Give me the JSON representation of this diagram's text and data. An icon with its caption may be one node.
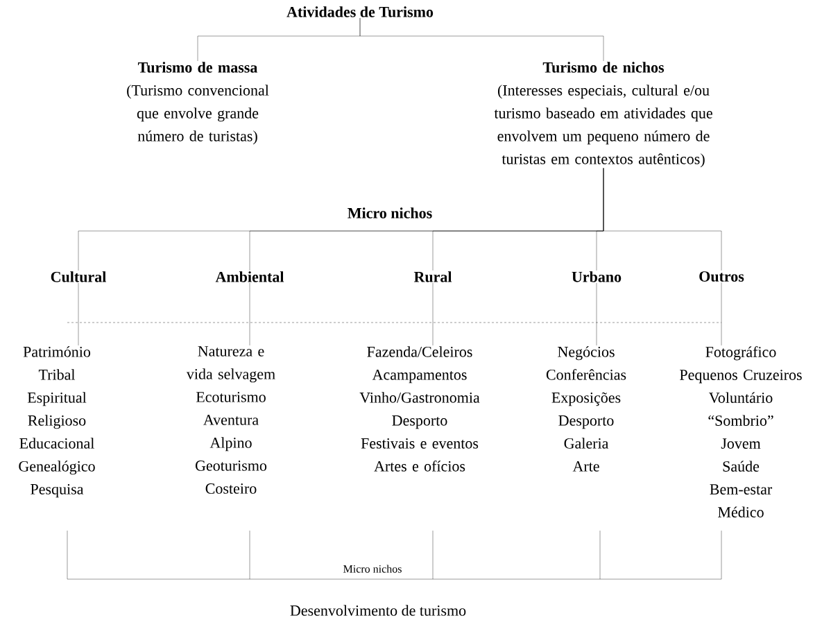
{
  "diagram": {
    "nodes": [
      {
        "text": [
          "Atividades de Turismo"
        ]
      },
      {
        "text": [
          "Turismo de massa",
          "(Turismo convencional que envolve grande número de turistas)"
        ]
      },
      {
        "text": [
          "Turismo de nichos",
          "(Interesses especiais, cultural e/ou turismo baseado em atividades que envolvem um pequeno número de turistas em contextos autênticos)"
        ]
      },
      {
        "text": [
          "Cultural"
        ]
      },
      {
        "text": [
          "Ambiental"
        ]
      },
      {
        "text": [
          "Rural"
        ]
      },
      {
        "text": [
          "Urbano"
        ]
      },
      {
        "text": [
          "Outros"
        ]
      },
      {
        "text": [
          "Património",
          "Tribal",
          "Espiritual",
          "Religioso",
          "Educacional",
          "Genealógico",
          "Pesquisa"
        ]
      },
      {
        "text": [
          "Natureza e vida selvagem",
          "Ecoturismo",
          "Aventura",
          "Alpino",
          "Geoturismo",
          "Costeiro"
        ]
      },
      {
        "text": [
          "Fazenda/Celeiros",
          "Acampamentos",
          "Vinho/Gastronomia",
          "Desporto",
          "Festivais e eventos",
          "Artes e ofícios"
        ]
      },
      {
        "text": [
          "Negócios",
          "Conferências",
          "Exposições",
          "Desporto",
          "Galeria",
          "Arte"
        ]
      },
      {
        "text": [
          "Fotográfico",
          "Pequenos Cruzeiros",
          "Voluntário",
          "“Sombrio”",
          "Jovem",
          "Saúde",
          "Bem-estar",
          "Médico"
        ]
      }
    ],
    "edges": [
      {
        "from": 0,
        "to": 1,
        "arrow": "none"
      },
      {
        "from": 0,
        "to": 2,
        "arrow": "none"
      },
      {
        "from": 2,
        "to": 3,
        "arrow": "none"
      },
      {
        "from": 2,
        "to": 4,
        "arrow": "none"
      },
      {
        "from": 2,
        "to": 5,
        "arrow": "none"
      },
      {
        "from": 2,
        "to": 6,
        "arrow": "none"
      },
      {
        "from": 2,
        "to": 7,
        "arrow": "none"
      },
      {
        "from": 3,
        "to": 8,
        "arrow": "none"
      },
      {
        "from": 4,
        "to": 9,
        "arrow": "none"
      },
      {
        "from": 5,
        "to": 10,
        "arrow": "none"
      },
      {
        "from": 6,
        "to": 11,
        "arrow": "none"
      },
      {
        "from": 7,
        "to": 12,
        "arrow": "none"
      }
    ],
    "labels": [
      "Micro nichos",
      "Micro nichos",
      "Desenvolvimento de turismo"
    ]
  }
}
